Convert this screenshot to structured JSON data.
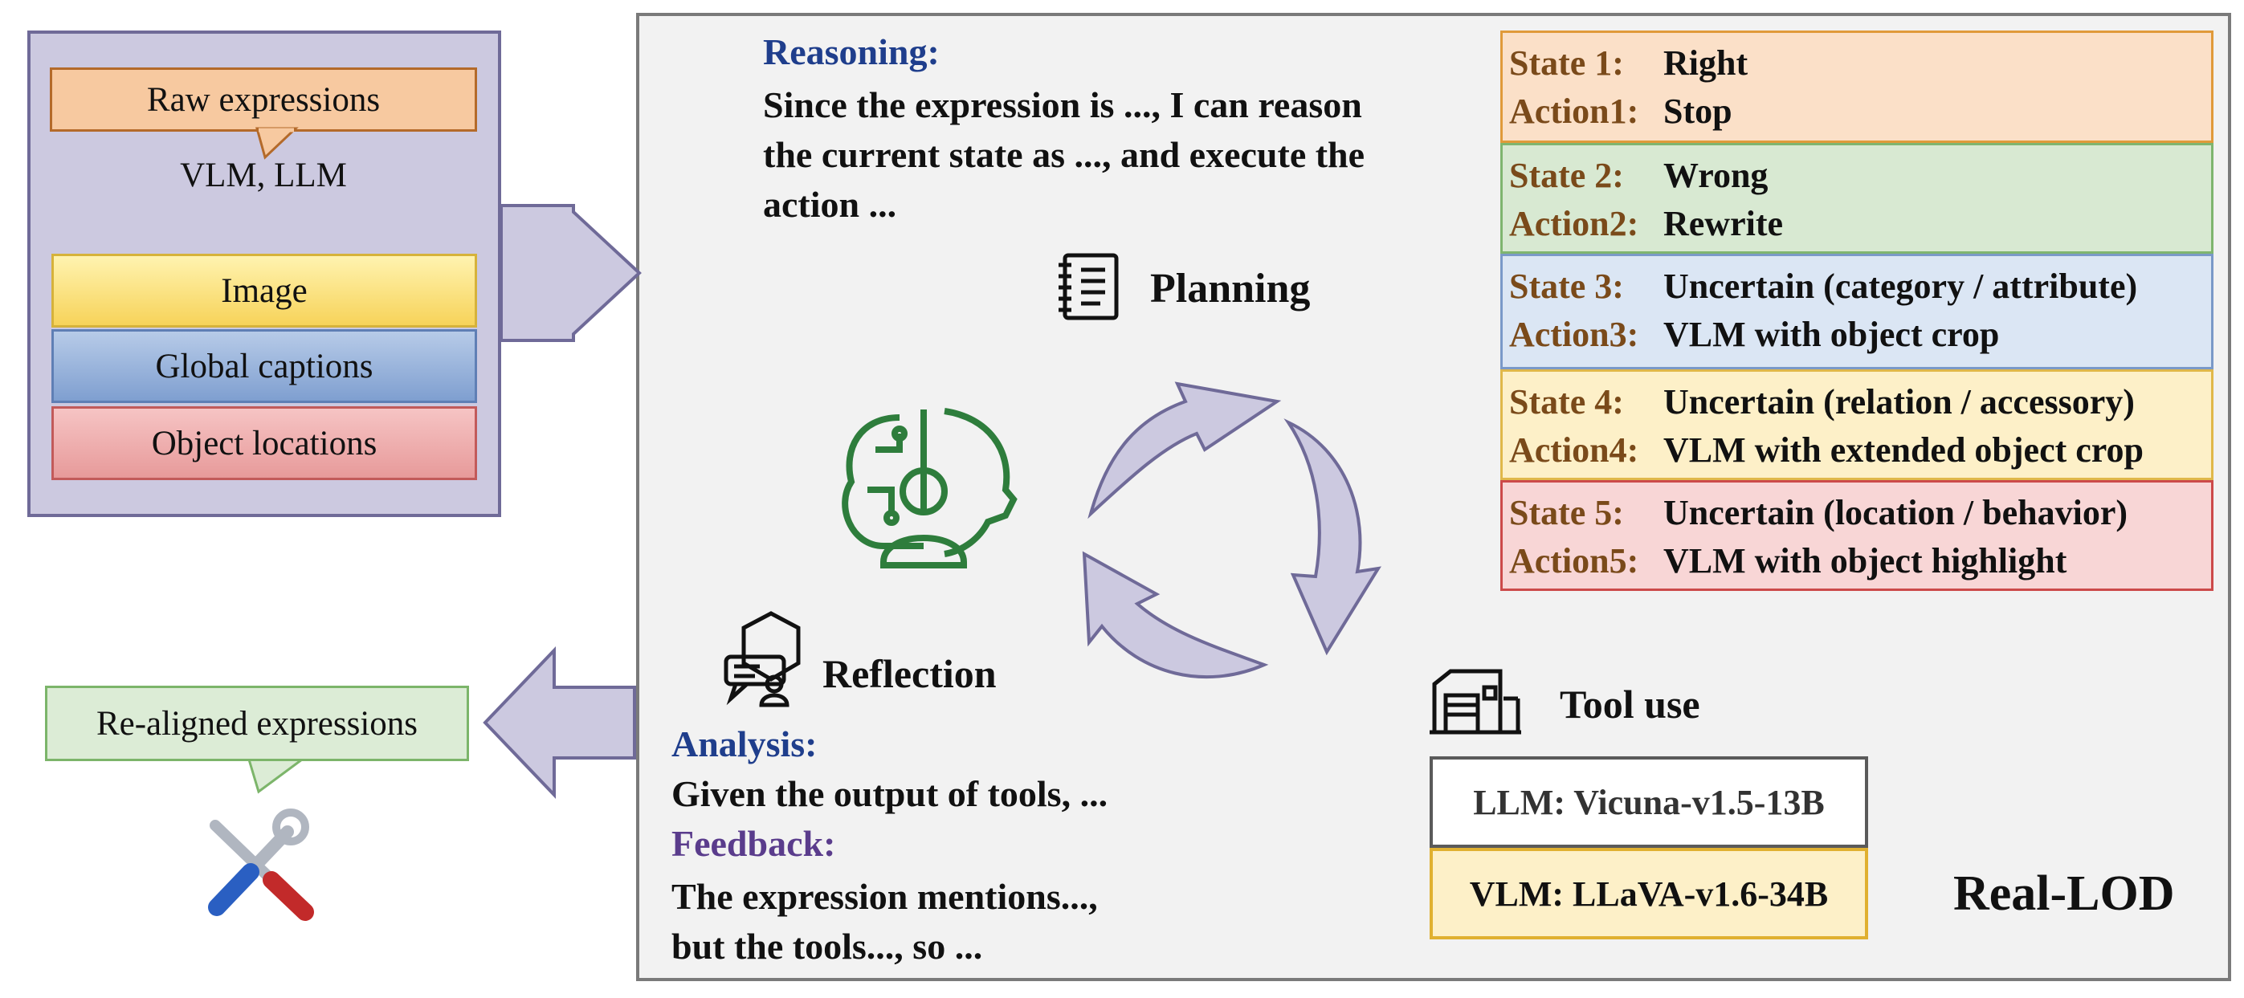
{
  "inputs": {
    "raw_expressions": "Raw expressions",
    "models": "VLM, LLM",
    "image": "Image",
    "global_captions": "Global captions",
    "object_locations": "Object locations"
  },
  "reasoning": {
    "title": "Reasoning:",
    "lines": [
      "Since the expression is ..., I can reason",
      "the current state as ..., and execute the",
      "action ..."
    ]
  },
  "planning": {
    "label": "Planning"
  },
  "states": [
    {
      "state_key": "State  1:",
      "state": "Right",
      "action_key": "Action1:",
      "action": "Stop",
      "color": "#fbe0c8"
    },
    {
      "state_key": "State  2:",
      "state": "Wrong",
      "action_key": "Action2:",
      "action": "Rewrite",
      "color": "#d8e9d2"
    },
    {
      "state_key": "State  3:",
      "state": "Uncertain (category / attribute)",
      "action_key": "Action3:",
      "action": "VLM with object crop",
      "color": "#dbe6f4"
    },
    {
      "state_key": "State  4:",
      "state": "Uncertain (relation / accessory)",
      "action_key": "Action4:",
      "action": "VLM with extended object crop",
      "color": "#fdf0c8"
    },
    {
      "state_key": "State  5:",
      "state": "Uncertain (location / behavior)",
      "action_key": "Action5:",
      "action": "VLM with object highlight",
      "color": "#f8d6d6"
    }
  ],
  "reflection": {
    "label": "Reflection",
    "analysis_title": "Analysis:",
    "analysis_text": "Given the output of tools,  ...",
    "feedback_title": "Feedback:",
    "feedback_lines": [
      "The expression mentions...,",
      "but the tools..., so ..."
    ]
  },
  "tool_use": {
    "label": "Tool use",
    "llm": "LLM: Vicuna-v1.5-13B",
    "vlm": "VLM: LLaVA-v1.6-34B"
  },
  "output": {
    "realigned": "Re-aligned expressions"
  },
  "brand": "Real-LOD",
  "icons": [
    "notebook-icon",
    "brain-gear-person-icon",
    "chat-person-icon",
    "factory-icon",
    "tools-icon"
  ],
  "colors": {
    "input_panel": "#ccc9e0",
    "arrow_fill": "#ccc9e0",
    "heading_blue": "#1f3e8c",
    "heading_purple": "#5a3c8c",
    "icon_green": "#2e7d3c"
  }
}
